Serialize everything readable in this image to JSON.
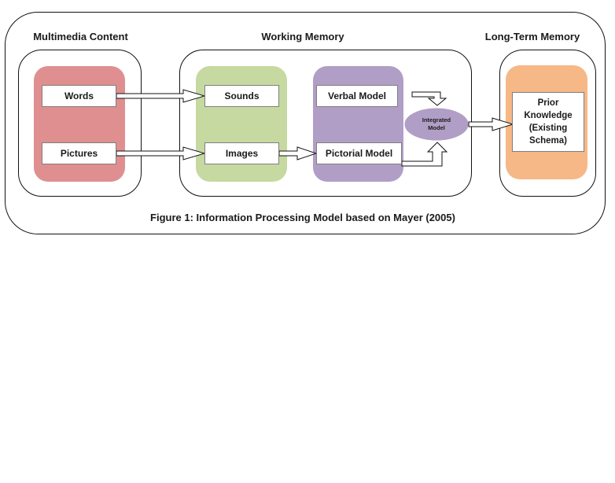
{
  "headings": {
    "multimedia": "Multimedia Content",
    "working": "Working Memory",
    "longterm": "Long-Term Memory"
  },
  "multimedia": {
    "words": "Words",
    "pictures": "Pictures"
  },
  "working": {
    "sounds": "Sounds",
    "images": "Images",
    "verbal_model": "Verbal Model",
    "pictorial_model": "Pictorial Model",
    "integrated_line1": "Integrated",
    "integrated_line2": "Model"
  },
  "longterm": {
    "line1": "Prior",
    "line2": "Knowledge",
    "line3": "(Existing",
    "line4": "Schema)"
  },
  "caption": "Figure 1: Information Processing Model based on Mayer (2005)",
  "colors": {
    "multimedia_fill": "#df8f8f",
    "sounds_images_fill": "#c6d9a1",
    "models_fill": "#b19ec6",
    "ellipse_fill": "#b19ec6",
    "longterm_fill": "#f6b887",
    "label_border": "#7f7f7f",
    "line": "#111111"
  }
}
